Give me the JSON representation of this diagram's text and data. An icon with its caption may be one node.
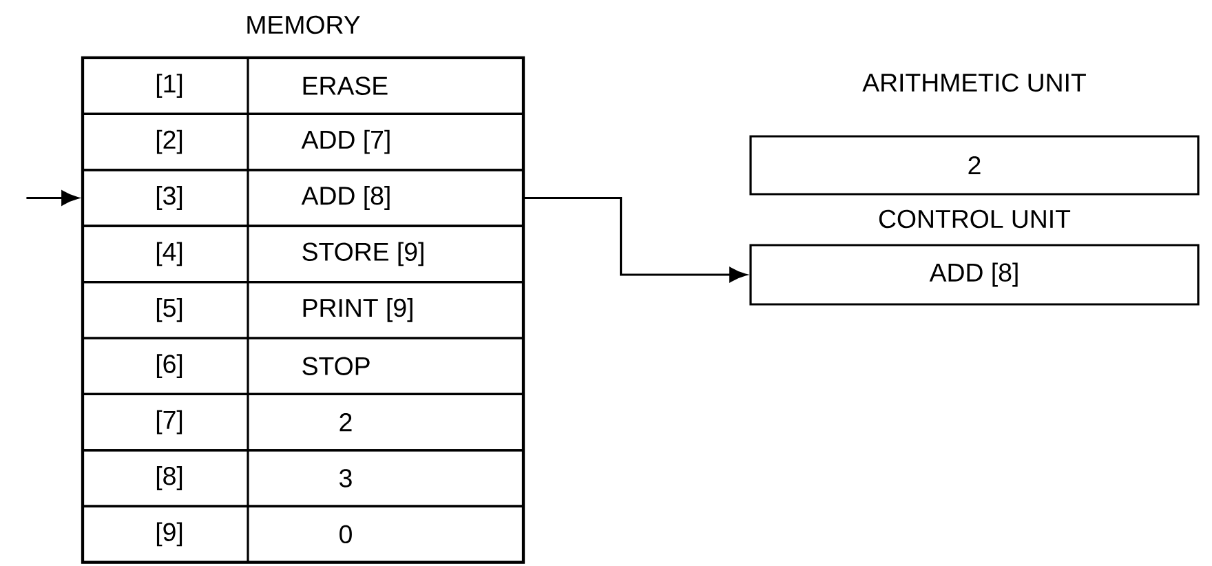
{
  "diagram": {
    "nodes": [
      {
        "text": [
          "MEMORY"
        ]
      },
      {
        "text": [
          "[1]",
          "ERASE"
        ],
        "in": 0
      },
      {
        "text": [
          "[2]",
          "ADD [7]"
        ],
        "in": 0
      },
      {
        "text": [
          "[3]",
          "ADD [8]"
        ],
        "in": 0
      },
      {
        "text": [
          "[4]",
          "STORE [9]"
        ],
        "in": 0
      },
      {
        "text": [
          "[5]",
          "PRINT [9]"
        ],
        "in": 0
      },
      {
        "text": [
          "[6]",
          "STOP"
        ],
        "in": 0
      },
      {
        "text": [
          "[7]",
          "2"
        ],
        "in": 0
      },
      {
        "text": [
          "[8]",
          "3"
        ],
        "in": 0
      },
      {
        "text": [
          "[9]",
          "0"
        ],
        "in": 0
      },
      {
        "text": [
          "ARITHMETIC UNIT",
          "2"
        ]
      },
      {
        "text": [
          "CONTROL UNIT",
          "ADD [8]"
        ]
      }
    ],
    "edges": [
      {
        "from": null,
        "to": 3,
        "arrow": "to"
      },
      {
        "from": 3,
        "to": 11,
        "arrow": "to"
      }
    ]
  }
}
